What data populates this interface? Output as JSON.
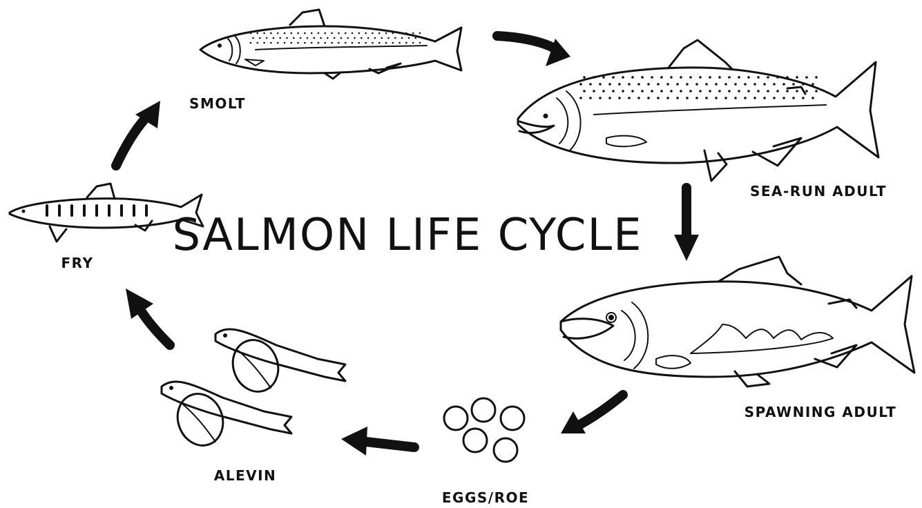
{
  "title": "SALMON LIFE CYCLE",
  "stages": {
    "smolt": "SMOLT",
    "sea_run_adult": "SEA-RUN ADULT",
    "spawning_adult": "SPAWNING ADULT",
    "eggs": "EGGS/ROE",
    "alevin": "ALEVIN",
    "fry": "FRY"
  },
  "colors": {
    "ink": "#111111",
    "background": "#ffffff"
  }
}
